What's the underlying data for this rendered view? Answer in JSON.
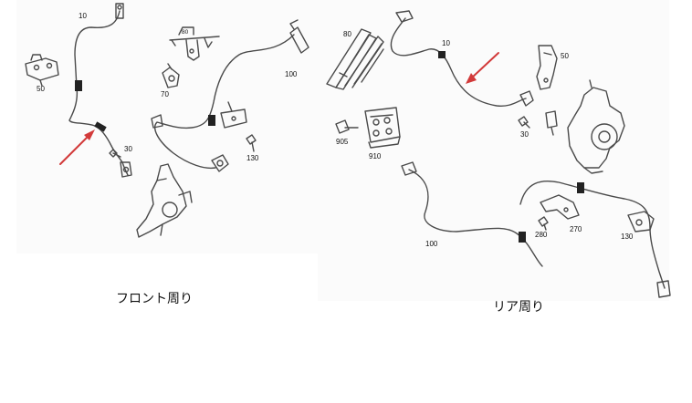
{
  "front": {
    "caption": "フロント周り",
    "callouts": {
      "c10": "10",
      "c50": "50",
      "c80": "80",
      "c70": "70",
      "c100": "100",
      "c30": "30",
      "c130": "130"
    }
  },
  "rear": {
    "caption": "リア周り",
    "callouts": {
      "c80": "80",
      "c10": "10",
      "c50": "50",
      "c905": "905",
      "c910": "910",
      "c30": "30",
      "c100": "100",
      "c280": "280",
      "c270": "270",
      "c130": "130"
    }
  },
  "colors": {
    "line": "#4a4a4a",
    "arrow": "#d23a3a",
    "text": "#111111"
  }
}
